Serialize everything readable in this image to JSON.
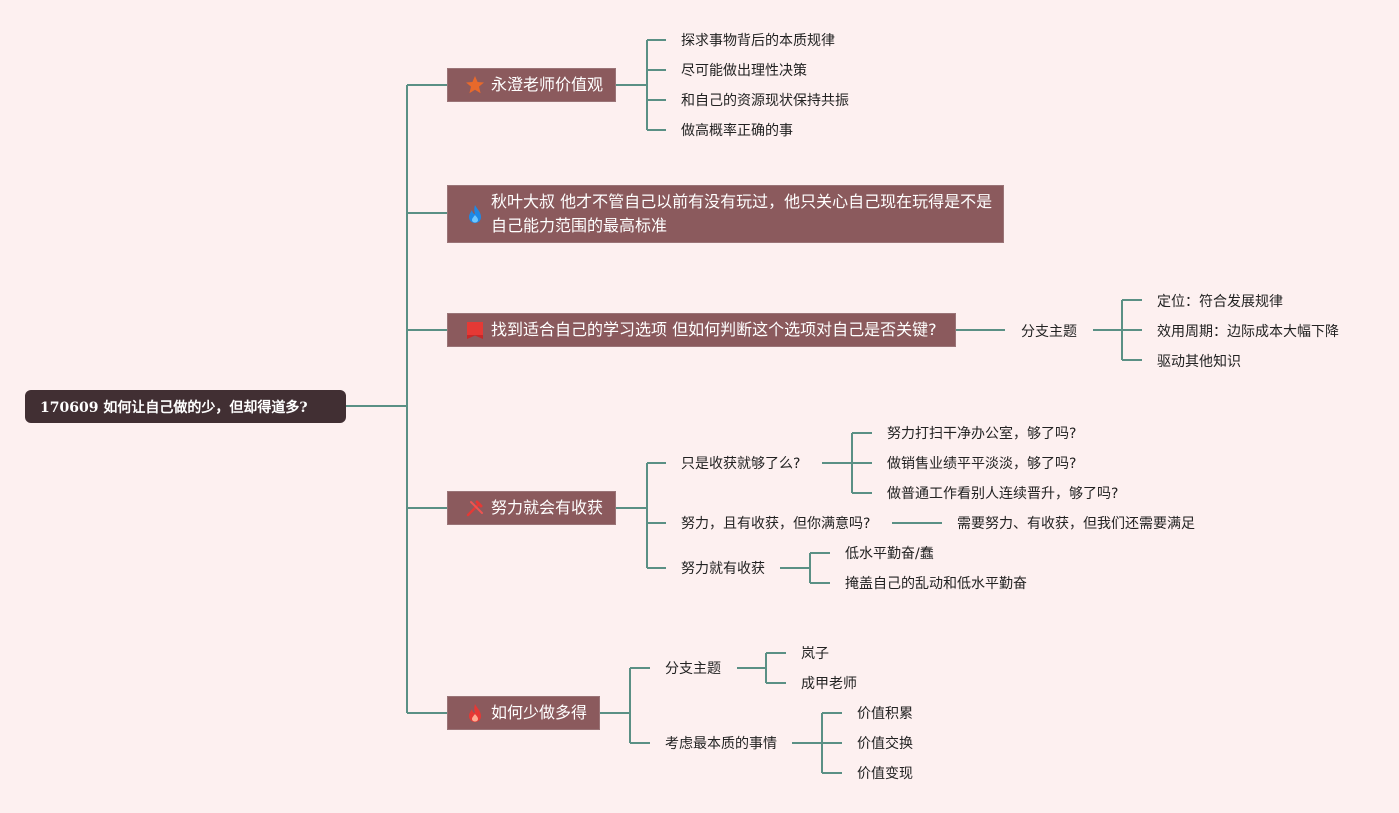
{
  "root": {
    "label": "170609 如何让自己做的少，但却得道多?"
  },
  "branches": [
    {
      "label": "永澄老师价值观",
      "icon": "star-icon",
      "children": [
        "探求事物背后的本质规律",
        "尽可能做出理性决策",
        "和自己的资源现状保持共振",
        "做高概率正确的事"
      ]
    },
    {
      "label": "秋叶大叔 他才不管自己以前有没有玩过，他只关心自己现在玩得是不是自己能力范围的最高标准",
      "icon": "blue-flame-icon",
      "children": []
    },
    {
      "label": "找到适合自己的学习选项 但如何判断这个选项对自己是否关键?",
      "icon": "red-flag-icon",
      "children": [
        {
          "label": "分支主题",
          "children": [
            "定位：符合发展规律",
            "效用周期：边际成本大幅下降",
            "驱动其他知识"
          ]
        }
      ]
    },
    {
      "label": "努力就会有收获",
      "icon": "tools-icon",
      "children": [
        {
          "label": "只是收获就够了么?",
          "children": [
            "努力打扫干净办公室，够了吗?",
            "做销售业绩平平淡淡，够了吗?",
            "做普通工作看别人连续晋升，够了吗?"
          ]
        },
        {
          "label": "努力，且有收获，但你满意吗?",
          "children": [
            "需要努力、有收获，但我们还需要满足"
          ]
        },
        {
          "label": "努力就有收获",
          "children": [
            "低水平勤奋/蠢",
            "掩盖自己的乱动和低水平勤奋"
          ]
        }
      ]
    },
    {
      "label": "如何少做多得",
      "icon": "red-flame-icon",
      "children": [
        {
          "label": "分支主题",
          "children": [
            "岚子",
            "成甲老师"
          ]
        },
        {
          "label": "考虑最本质的事情",
          "children": [
            "价值积累",
            "价值交换",
            "价值变现"
          ]
        }
      ]
    }
  ],
  "colors": {
    "background": "#fdf0f0",
    "root": "#412f33",
    "main": "#8b5a5d",
    "connector": "#5a9085"
  }
}
